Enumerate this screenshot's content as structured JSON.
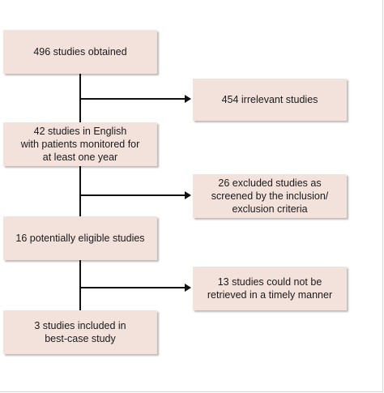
{
  "flowchart": {
    "main": [
      "496 studies obtained",
      "42 studies in English\nwith patients monitored for\nat least one year",
      "16 potentially eligible studies",
      "3 studies included in\nbest-case study"
    ],
    "excluded": [
      "454 irrelevant studies",
      "26 excluded studies as\nscreened by the inclusion/\nexclusion criteria",
      "13 studies could not be\nretrieved in a timely manner"
    ]
  },
  "colors": {
    "box_fill": "#f3e2dc",
    "line": "#111111"
  }
}
